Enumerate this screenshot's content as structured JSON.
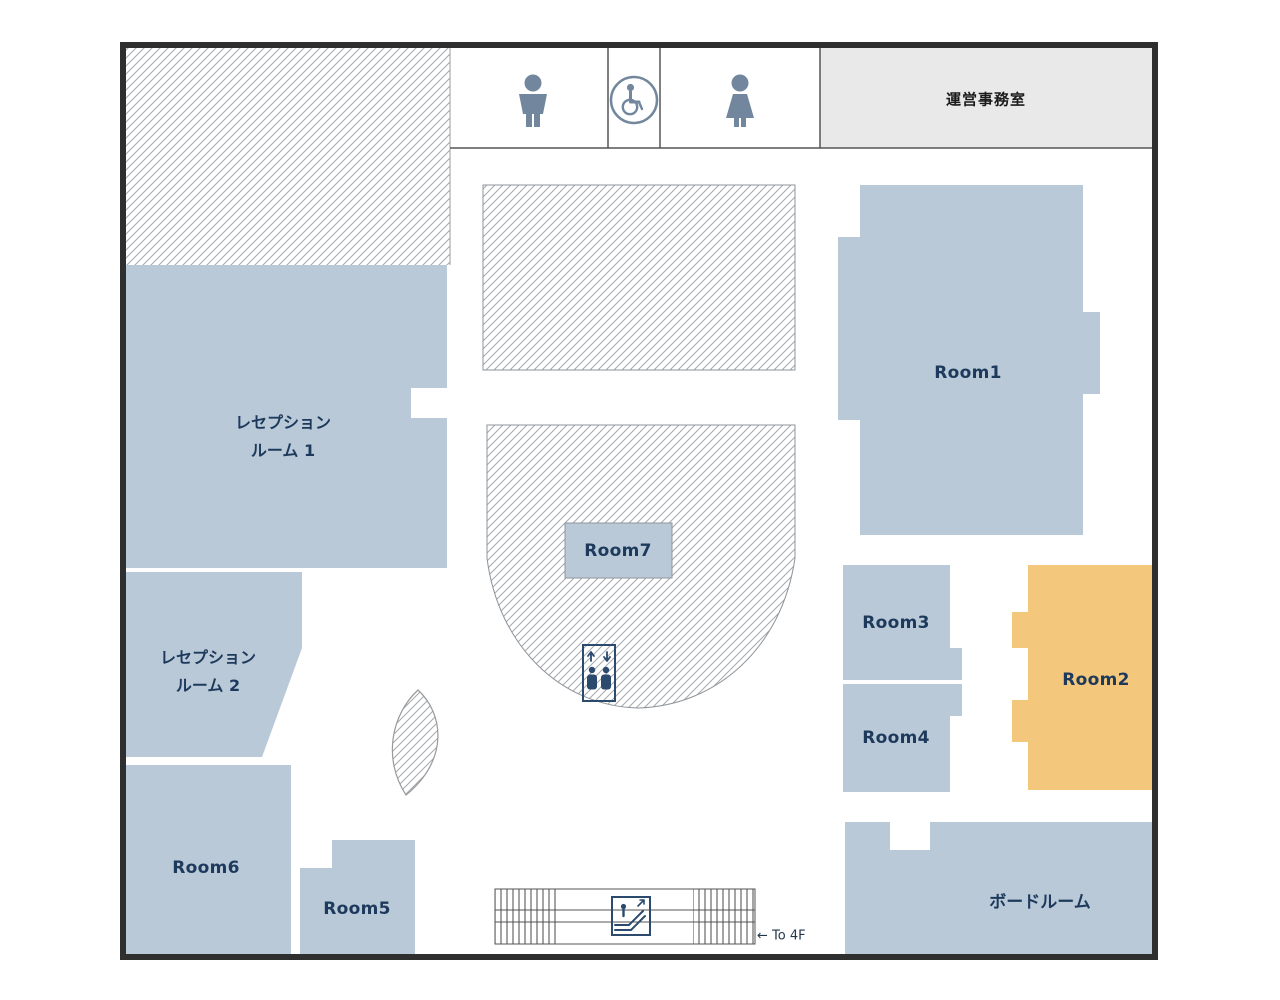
{
  "rooms": {
    "reception1": {
      "line1": "レセプション",
      "line2": "ルーム 1"
    },
    "reception2": {
      "line1": "レセプション",
      "line2": "ルーム 2"
    },
    "room1": {
      "label": "Room1"
    },
    "room2": {
      "label": "Room2"
    },
    "room3": {
      "label": "Room3"
    },
    "room4": {
      "label": "Room4"
    },
    "room5": {
      "label": "Room5"
    },
    "room6": {
      "label": "Room6"
    },
    "room7": {
      "label": "Room7"
    },
    "boardroom": {
      "label": "ボードルーム"
    },
    "office": {
      "label": "運営事務室"
    }
  },
  "annotations": {
    "to_4f": "← To 4F"
  },
  "icons": {
    "mens_restroom": "mens-restroom-icon",
    "accessible_restroom": "accessible-restroom-icon",
    "womens_restroom": "womens-restroom-icon",
    "elevator": "elevator-icon",
    "escalator": "escalator-icon",
    "plant": "plant-leaf-icon"
  },
  "colors": {
    "room_fill": "#b9c9d8",
    "highlight_fill": "#f3c87c",
    "office_fill": "#e9e9e9",
    "wall": "#2f2f2f",
    "label_text": "#1d3a5c",
    "icon": "#72879e",
    "nav_icon": "#2c4a6e",
    "hatch_line": "#9aa0a6"
  }
}
